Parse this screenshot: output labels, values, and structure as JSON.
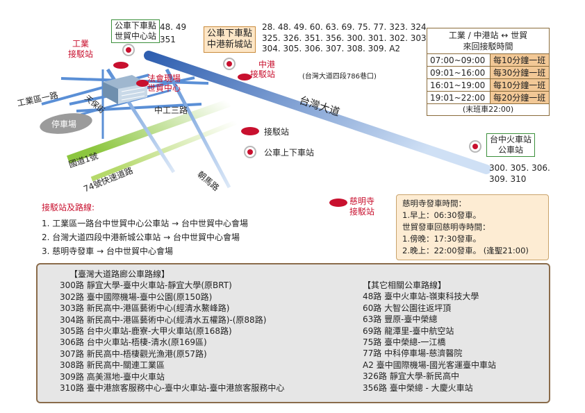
{
  "map_labels": {
    "industrial_area_road": "工業區一路",
    "parking": "停車場",
    "tiangen_road": "天保街",
    "zhonggong_3rd_road": "中工三路",
    "taiwan_blvd": "台灣大道",
    "national_hwy_1": "國道1號",
    "expressway_74": "74號快速道路",
    "chaoma_road": "朝馬路"
  },
  "stops": {
    "industrial_shuttle": "工業\n接駁站",
    "venue": "法會現場\n世貿中心",
    "zhonggang_shuttle": "中港\n接駁站",
    "zhonggang_shuttle_note": "(台灣大道四段786巷口)",
    "ciming_shuttle": "慈明寺\n接駁站"
  },
  "bus_stops": {
    "wtc": {
      "name": "公車下車點\n世貿中心站",
      "routes": "48. 49\n351"
    },
    "zhonggang_xincheng": {
      "name": "公車下車點\n中港新城站",
      "routes": "28. 48. 49. 60. 63. 69. 75. 77. 323. 324.\n325. 326. 351. 356. 300. 301. 302. 303.\n304. 305. 306. 307. 308. 309. A2"
    },
    "taichung_station": {
      "name": "台中火車站\n公車站",
      "routes": "300. 305. 306.\n309. 310"
    }
  },
  "schedule": {
    "title_line1": "工業 / 中港站  ↔  世貿",
    "title_line2": "來回接駁時間",
    "rows": [
      {
        "time": "07:00~09:00",
        "freq": "每10分鐘一班"
      },
      {
        "time": "09:01~16:00",
        "freq": "每30分鐘一班"
      },
      {
        "time": "16:01~19:00",
        "freq": "每10分鐘一班"
      },
      {
        "time": "19:01~22:00",
        "freq": "每20分鐘一班"
      }
    ],
    "last_bus": "(末班車22:00)"
  },
  "map_legend": {
    "shuttle": "接駁站",
    "bus_stop": "公車上下車站"
  },
  "shuttle_routes": {
    "title": "接駁站及路線:",
    "items": [
      "1. 工業區一路台中世貿中心公車站   →   台中世貿中心會場",
      "2. 台灣大道四段中港新城公車站   →   台中世貿中心會場",
      "3. 慈明寺發車   →   台中世貿中心會場"
    ]
  },
  "ciming": {
    "line1": "慈明寺發車時間：",
    "line2": "1.早上：06:30發車。",
    "line3": "世貿發車回慈明寺時間：",
    "line4": "1.傍晚：17:30發車。",
    "line5": "2.晚上：22:00發車。 (逢聖21:00)"
  },
  "bus_routes": {
    "left_title": "【臺灣大道路廊公車路線】",
    "left": [
      "300路  靜宜大學-臺中火車站-靜宜大學(原BRT)",
      "302路  臺中國際機場-臺中公園(原150路)",
      "303路  新民高中-港區藝術中心(經清水鰲峰路)",
      "304路  新民高中-港區藝術中心(經清水五權路)-(原88路)",
      "305路  台中火車站-鹿寮-大甲火車站(原168路)",
      "306路  台中火車站-梧棲-清水(原169區)",
      "307路  新民高中-梧棲觀光漁港(原57路)",
      "308路  新民高中-關連工業區",
      "309路  高美濕地-臺中火車站",
      "310路  臺中港旅客服務中心-臺中火車站-臺中港旅客服務中心"
    ],
    "right_title": "【其它相關公車路線】",
    "right": [
      "48路  臺中火車站-嶺東科技大學",
      "60路  大智公園往返坪頂",
      "63路  豐原-臺中榮總",
      "69路  龍潭里-臺中航空站",
      "75路  臺中榮總-一江橋",
      "77路  中科停車場-慈濟醫院",
      "A2  臺中國際機場-國光客運臺中車站",
      "326路   靜宜大學-新民高中",
      "356路  臺中榮總 - 大慶火車站"
    ]
  },
  "colors": {
    "shuttle_red": "#c8102e",
    "road_blue": "#4a7fc8",
    "hwy_green": "#8cc63f",
    "schedule_orange": "#f2c896",
    "legend_border": "#8a6b4a"
  }
}
